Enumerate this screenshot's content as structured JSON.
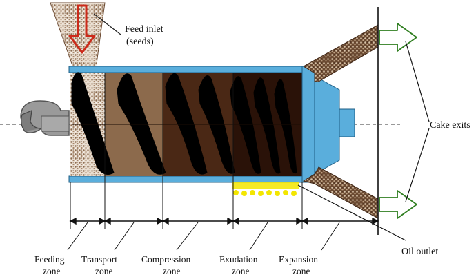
{
  "labels": {
    "feed_inlet_line1": "Feed inlet",
    "feed_inlet_line2": "(seeds)",
    "cake_exits": "Cake exits",
    "oil_outlet": "Oil outlet"
  },
  "zones": [
    {
      "line1": "Feeding",
      "line2": "zone"
    },
    {
      "line1": "Transport",
      "line2": "zone"
    },
    {
      "line1": "Compression",
      "line2": "zone"
    },
    {
      "line1": "Exudation",
      "line2": "zone"
    },
    {
      "line1": "Expansion",
      "line2": "zone"
    }
  ],
  "colors": {
    "barrel_blue": "#5aaedc",
    "barrel_outline": "#1f5f86",
    "seed_speckle": "#8b6a4e",
    "transport_fill": "#8c6a4c",
    "compression_fill": "#4a2815",
    "exudation_fill": "#2a1208",
    "inlet_arrow": "#cc2a1a",
    "exit_arrow": "#2e7d1f",
    "oil_droplets": "#f3e600"
  },
  "icons": {
    "drive": "rotation-arrow-icon",
    "feed": "down-arrow-icon",
    "exits": "right-arrow-icon"
  }
}
